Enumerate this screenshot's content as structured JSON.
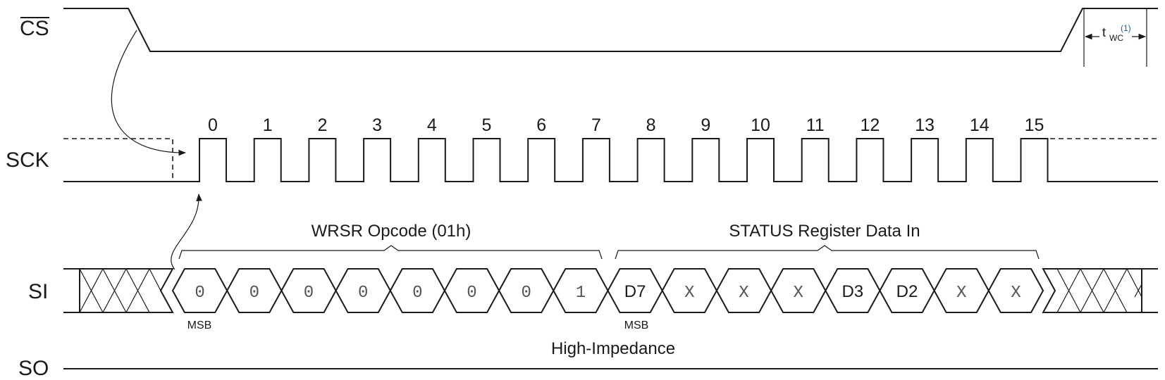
{
  "signals": {
    "cs": "CS",
    "sck": "SCK",
    "si": "SI",
    "so": "SO"
  },
  "clock_labels": [
    "0",
    "1",
    "2",
    "3",
    "4",
    "5",
    "6",
    "7",
    "8",
    "9",
    "10",
    "11",
    "12",
    "13",
    "14",
    "15"
  ],
  "si_bits": [
    {
      "text": "0",
      "style": "mono"
    },
    {
      "text": "0",
      "style": "mono"
    },
    {
      "text": "0",
      "style": "mono"
    },
    {
      "text": "0",
      "style": "mono"
    },
    {
      "text": "0",
      "style": "mono"
    },
    {
      "text": "0",
      "style": "mono"
    },
    {
      "text": "0",
      "style": "mono"
    },
    {
      "text": "1",
      "style": "mono"
    },
    {
      "text": "D7",
      "style": "sans"
    },
    {
      "text": "X",
      "style": "mono"
    },
    {
      "text": "X",
      "style": "mono"
    },
    {
      "text": "X",
      "style": "mono"
    },
    {
      "text": "D3",
      "style": "sans"
    },
    {
      "text": "D2",
      "style": "sans"
    },
    {
      "text": "X",
      "style": "mono"
    },
    {
      "text": "X",
      "style": "mono"
    }
  ],
  "groups": {
    "opcode": "WRSR Opcode (01h)",
    "status_data": "STATUS Register Data In"
  },
  "msb_labels": [
    "MSB",
    "MSB"
  ],
  "so_state": "High-Impedance",
  "twc": {
    "label": "t",
    "subscript": "WC",
    "note": "(1)",
    "note_color": "#1f5fa8"
  }
}
